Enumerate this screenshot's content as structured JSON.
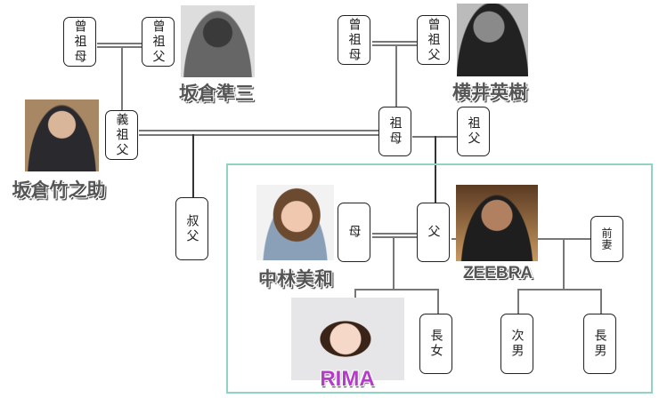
{
  "boxes": {
    "great_grandmother_left": "曾祖母",
    "great_grandfather_left": "曾祖父",
    "great_grandmother_right": "曾祖母",
    "great_grandfather_right": "曾祖父",
    "step_grandfather": "義祖父",
    "grandmother": "祖母",
    "grandfather": "祖父",
    "uncle": "叔父",
    "mother": "母",
    "father": "父",
    "ex_wife": "前妻",
    "eldest_daughter": "長女",
    "second_son": "次男",
    "eldest_son": "長男"
  },
  "names": {
    "sakakura_junzo": "坂倉準三",
    "yokoi_hideki": "横井英樹",
    "sakakura_takenosuke": "坂倉竹之助",
    "nakabayashi_miwa": "中林美和",
    "zeebra": "ZEEBRA",
    "rima": "RIMA"
  },
  "colors": {
    "frame": "#8fd3c2",
    "rima_label": "#b43cc8"
  }
}
